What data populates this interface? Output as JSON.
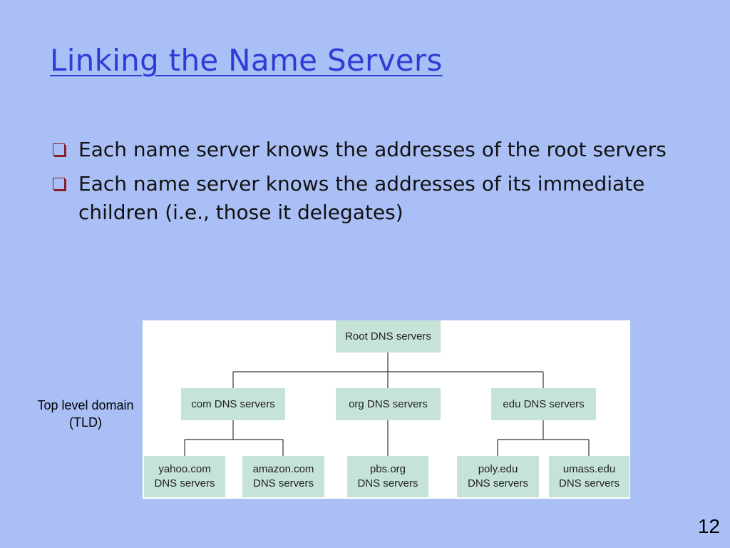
{
  "slide": {
    "title": "Linking the Name Servers",
    "bullets": [
      "Each name server knows the addresses of the root servers",
      "Each name server knows the addresses of its immediate children (i.e., those it delegates)"
    ],
    "side_label": {
      "line1": "Top level domain",
      "line2": "(TLD)"
    },
    "page_number": "12"
  },
  "diagram": {
    "root": {
      "line1": "Root DNS servers"
    },
    "tld": [
      {
        "line1": "com DNS servers"
      },
      {
        "line1": "org DNS servers"
      },
      {
        "line1": "edu DNS servers"
      }
    ],
    "leaves": [
      {
        "line1": "yahoo.com",
        "line2": "DNS servers"
      },
      {
        "line1": "amazon.com",
        "line2": "DNS servers"
      },
      {
        "line1": "pbs.org",
        "line2": "DNS servers"
      },
      {
        "line1": "poly.edu",
        "line2": "DNS servers"
      },
      {
        "line1": "umass.edu",
        "line2": "DNS servers"
      }
    ],
    "colors": {
      "node_fill": "#c6e3d8",
      "connector": "#333333"
    }
  }
}
